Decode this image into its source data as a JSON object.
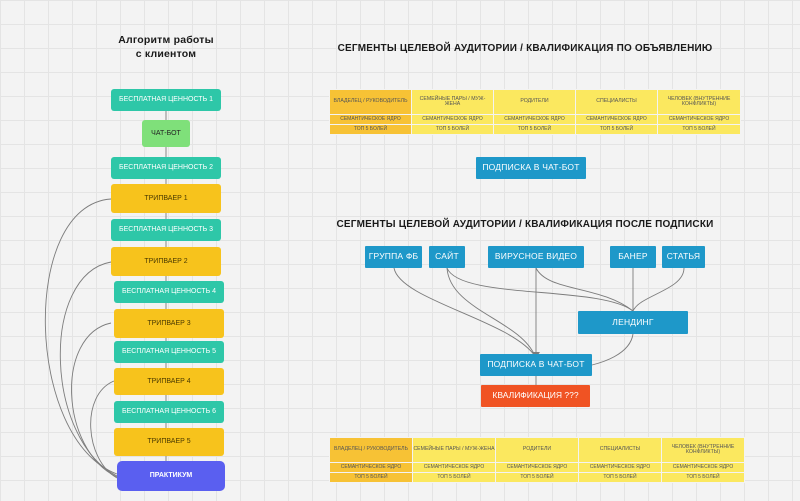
{
  "algorithm": {
    "title_line1": "Алгоритм работы",
    "title_line2": "с клиентом",
    "steps": [
      {
        "label": "БЕСПЛАТНАЯ ЦЕННОСТЬ 1"
      },
      {
        "label": "ЧАТ-БОТ"
      },
      {
        "label": "БЕСПЛАТНАЯ ЦЕННОСТЬ 2"
      },
      {
        "label": "ТРИПВАЕР 1"
      },
      {
        "label": "БЕСПЛАТНАЯ ЦЕННОСТЬ 3"
      },
      {
        "label": "ТРИПВАЕР 2"
      },
      {
        "label": "БЕСПЛАТНАЯ ЦЕННОСТЬ 4"
      },
      {
        "label": "ТРИПВАЕР 3"
      },
      {
        "label": "БЕСПЛАТНАЯ ЦЕННОСТЬ 5"
      },
      {
        "label": "ТРИПВАЕР 4"
      },
      {
        "label": "БЕСПЛАТНАЯ ЦЕННОСТЬ 6"
      },
      {
        "label": "ТРИПВАЕР 5"
      },
      {
        "label": "ПРАКТИКУМ"
      }
    ]
  },
  "segments_ad": {
    "title": "СЕГМЕНТЫ ЦЕЛЕВОЙ АУДИТОРИИ / КВАЛИФИКАЦИЯ ПО ОБЪЯВЛЕНИЮ",
    "headers": [
      "ВЛАДЕЛЕЦ / РУКОВОДИТЕЛЬ",
      "СЕМЕЙНЫЕ ПАРЫ / МУЖ-ЖЕНА",
      "РОДИТЕЛИ",
      "СПЕЦИАЛИСТЫ",
      "ЧЕЛОВЕК (ВНУТРЕННИЕ КОНФЛИКТЫ)"
    ],
    "row1": [
      "СЕМАНТИЧЕСКОЕ ЯДРО",
      "СЕМАНТИЧЕСКОЕ ЯДРО",
      "СЕМАНТИЧЕСКОЕ ЯДРО",
      "СЕМАНТИЧЕСКОЕ ЯДРО",
      "СЕМАНТИЧЕСКОЕ ЯДРО"
    ],
    "row2": [
      "ТОП 5 БОЛЕЙ",
      "ТОП 5 БОЛЕЙ",
      "ТОП 5 БОЛЕЙ",
      "ТОП 5 БОЛЕЙ",
      "ТОП 5 БОЛЕЙ"
    ],
    "subscribe": "ПОДПИСКА В ЧАТ-БОТ"
  },
  "segments_sub": {
    "title": "СЕГМЕНТЫ ЦЕЛЕВОЙ АУДИТОРИИ / КВАЛИФИКАЦИЯ ПОСЛЕ ПОДПИСКИ",
    "sources": {
      "group_fb": "ГРУППА ФБ",
      "site": "САЙТ",
      "viral": "ВИРУСНОЕ ВИДЕО",
      "banner": "БАНЕР",
      "article": "СТАТЬЯ"
    },
    "landing": "ЛЕНДИНГ",
    "subscribe": "ПОДПИСКА В ЧАТ-БОТ",
    "qualification": "КВАЛИФИКАЦИЯ ???",
    "headers": [
      "ВЛАДЕЛЕЦ / РУКОВОДИТЕЛЬ",
      "СЕМЕЙНЫЕ ПАРЫ / МУЖ-ЖЕНА",
      "РОДИТЕЛИ",
      "СПЕЦИАЛИСТЫ",
      "ЧЕЛОВЕК (ВНУТРЕННИЕ КОНФЛИКТЫ)"
    ],
    "row1": [
      "СЕМАНТИЧЕСКОЕ ЯДРО",
      "СЕМАНТИЧЕСКОЕ ЯДРО",
      "СЕМАНТИЧЕСКОЕ ЯДРО",
      "СЕМАНТИЧЕСКОЕ ЯДРО",
      "СЕМАНТИЧЕСКОЕ ЯДРО"
    ],
    "row2": [
      "ТОП 5 БОЛЕЙ",
      "ТОП 5 БОЛЕЙ",
      "ТОП 5 БОЛЕЙ",
      "ТОП 5 БОЛЕЙ",
      "ТОП 5 БОЛЕЙ"
    ]
  },
  "colors": {
    "teal": "#2ec7a8",
    "green": "#7fe07a",
    "amber": "#f7c31c",
    "purple": "#5a5ff0",
    "blue": "#1e98c9",
    "red": "#f05323",
    "table_yellow": "#fbe85f",
    "table_orange": "#f7c235"
  }
}
